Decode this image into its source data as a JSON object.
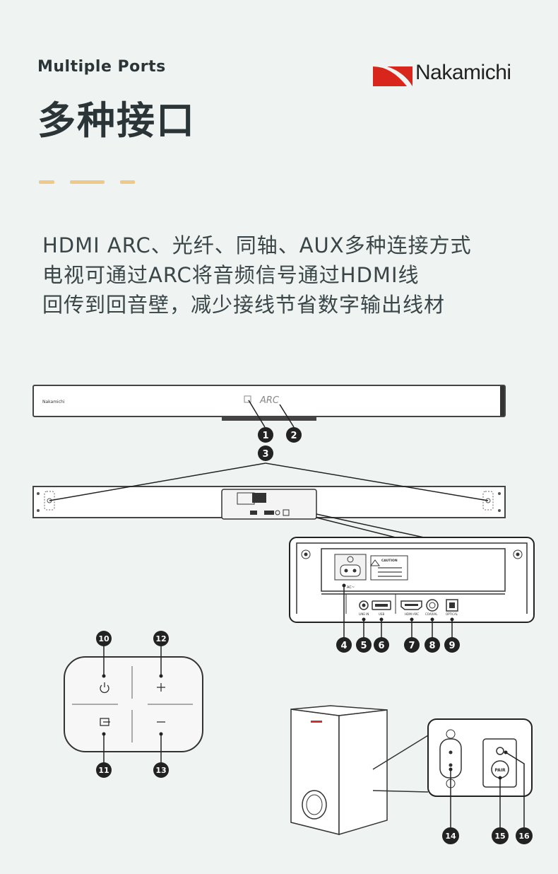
{
  "header": {
    "eyebrow": "Multiple Ports",
    "title": "多种接口",
    "brand": "Nakamichi"
  },
  "description": {
    "lines": [
      "HDMI ARC、光纤、同轴、AUX多种连接方式",
      "电视可通过ARC将音频信号通过HDMI线",
      "回传到回音壁，减少接线节省数字输出线材"
    ]
  },
  "diagram": {
    "soundbar_brand": "Nakamichi",
    "display_text": "ARC",
    "port_labels": [
      "LINE IN",
      "USB",
      "HDMI ARC",
      "COAXIAL",
      "OPTICAL"
    ],
    "ac_label": "AC~",
    "caution_title": "CAUTION",
    "subwoofer_button": "PAIR",
    "callouts": [
      "1",
      "2",
      "3",
      "4",
      "5",
      "6",
      "7",
      "8",
      "9",
      "10",
      "11",
      "12",
      "13",
      "14",
      "15",
      "16"
    ]
  },
  "colors": {
    "accent_dash": "#efc98a",
    "logo_red": "#d9261c",
    "background": "#eff3f1",
    "callout": "#222222"
  }
}
